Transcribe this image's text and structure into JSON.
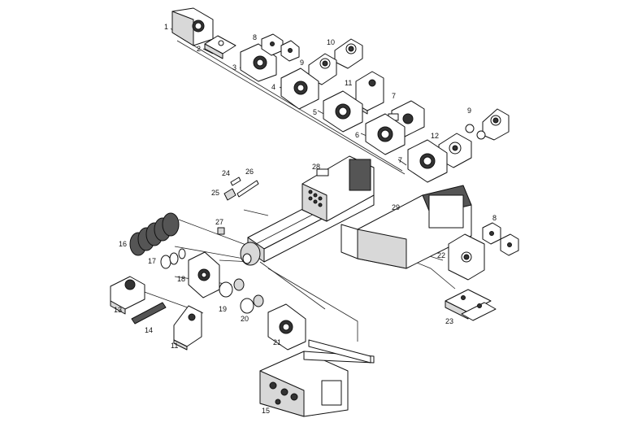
{
  "diagram": {
    "callouts": [
      "1",
      "2",
      "3",
      "8",
      "10",
      "9",
      "4",
      "11",
      "5",
      "7",
      "6",
      "12",
      "9",
      "7",
      "28",
      "24",
      "26",
      "25",
      "29",
      "27",
      "8",
      "16",
      "17",
      "22",
      "18",
      "13",
      "19",
      "20",
      "14",
      "11",
      "21",
      "23",
      "15"
    ]
  }
}
